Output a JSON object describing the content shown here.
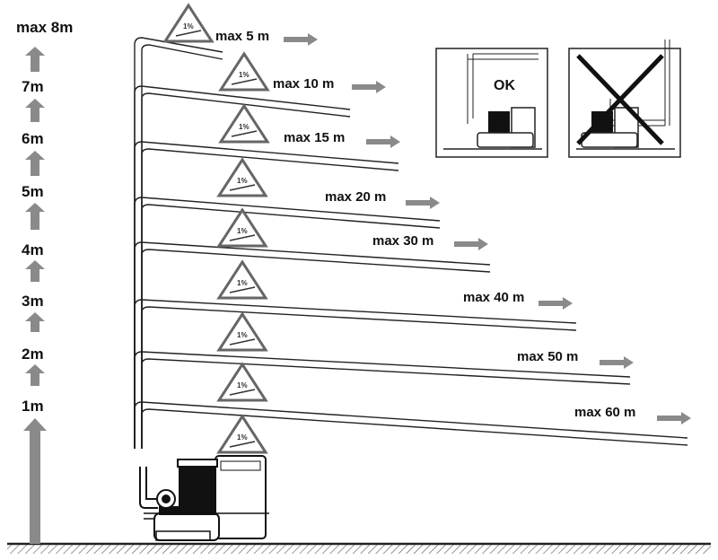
{
  "height_scale": [
    "max 8m",
    "7m",
    "6m",
    "5m",
    "4m",
    "3m",
    "2m",
    "1m"
  ],
  "pipe_runs": [
    {
      "length_label": "max 5 m",
      "slope_label": "1%"
    },
    {
      "length_label": "max 10 m",
      "slope_label": "1%"
    },
    {
      "length_label": "max 15 m",
      "slope_label": "1%"
    },
    {
      "length_label": "max 20 m",
      "slope_label": "1%"
    },
    {
      "length_label": "max 30 m",
      "slope_label": "1%"
    },
    {
      "length_label": "max 40 m",
      "slope_label": "1%"
    },
    {
      "length_label": "max 50 m",
      "slope_label": "1%"
    },
    {
      "length_label": "max 60 m",
      "slope_label": "1%"
    }
  ],
  "panels": {
    "ok_label": "OK"
  },
  "colors": {
    "line": "#222222",
    "arrow": "#8a8a8a",
    "ground": "#333333"
  }
}
